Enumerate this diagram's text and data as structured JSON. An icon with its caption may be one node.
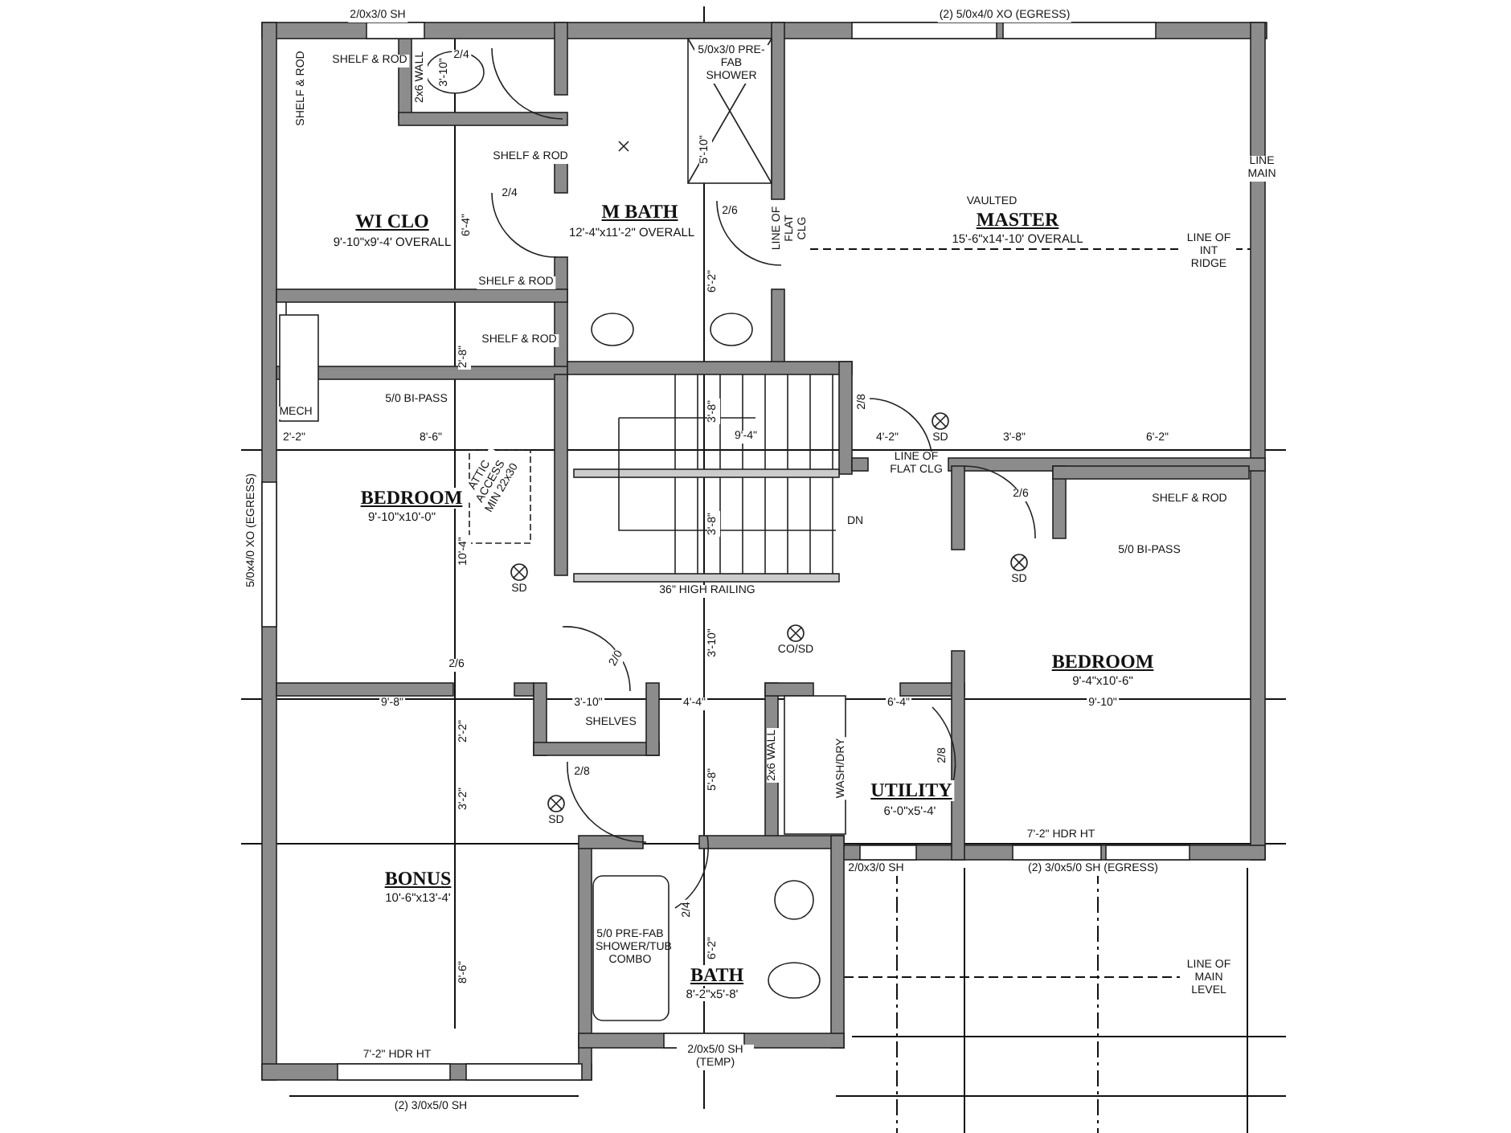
{
  "diagram": {
    "labels": [
      "2/0x3/0 SH",
      "(2) 5/0x4/0 XO (EGRESS)",
      "SHELF & ROD",
      "2/4",
      "5/0x3/0 PRE-FAB SHOWER",
      "SHELF & ROD",
      "2x6 WALL",
      "3'-10\"",
      "LINE MAIN",
      "5'-10\"",
      "SHELF & ROD",
      "2/4",
      "WI CLO",
      "9'-10\"x9'-4' OVERALL",
      "VAULTED",
      "MASTER",
      "15'-6\"x14'-10' OVERALL",
      "M BATH",
      "12'-4\"x11'-2\" OVERALL",
      "2/6",
      "LINE OF FLAT CLG",
      "6'-4\"",
      "LINE OF INT RIDGE",
      "6'-2\"",
      "SHELF & ROD",
      "SHELF & ROD",
      "2'-8\"",
      "MECH",
      "5/0 BI-PASS",
      "2/8",
      "3'-8\"",
      "2'-2\"",
      "8'-6\"",
      "9'-4\"",
      "4'-2\"",
      "SD",
      "3'-8\"",
      "6'-2\"",
      "LINE OF FLAT CLG",
      "ATTIC ACCESS MIN 22x30",
      "BEDROOM",
      "9'-10\"x10'-0\"",
      "5/0x4/0 XO (EGRESS)",
      "2/6",
      "SHELF & ROD",
      "10'-4\"",
      "3'-8\"",
      "DN",
      "5/0 BI-PASS",
      "SD",
      "SD",
      "36\" HIGH RAILING",
      "3'-10\"",
      "CO/SD",
      "BEDROOM",
      "9'-4\"x10'-6\"",
      "2/0",
      "2/6",
      "9'-8\"",
      "3'-10\"",
      "4'-4\"",
      "6'-4\"",
      "9'-10\"",
      "SHELVES",
      "2'-2\"",
      "2x6 WALL",
      "WASH/DRY",
      "2/8",
      "5'-8\"",
      "2/8",
      "3'-2\"",
      "SD",
      "UTILITY",
      "6'-0\"x5'-4'",
      "7'-2\" HDR HT",
      "2/0x3/0 SH",
      "(2) 3/0x5/0 SH (EGRESS)",
      "BONUS",
      "10'-6\"x13'-4'",
      "2/4",
      "5/0 PRE-FAB SHOWER/TUB COMBO",
      "6'-2\"",
      "LINE OF MAIN LEVEL",
      "BATH",
      "8'-2\"x5'-8'",
      "8'-6\"",
      "7'-2\" HDR HT",
      "2/0x5/0 SH (TEMP)",
      "(2) 3/0x5/0 SH"
    ]
  }
}
